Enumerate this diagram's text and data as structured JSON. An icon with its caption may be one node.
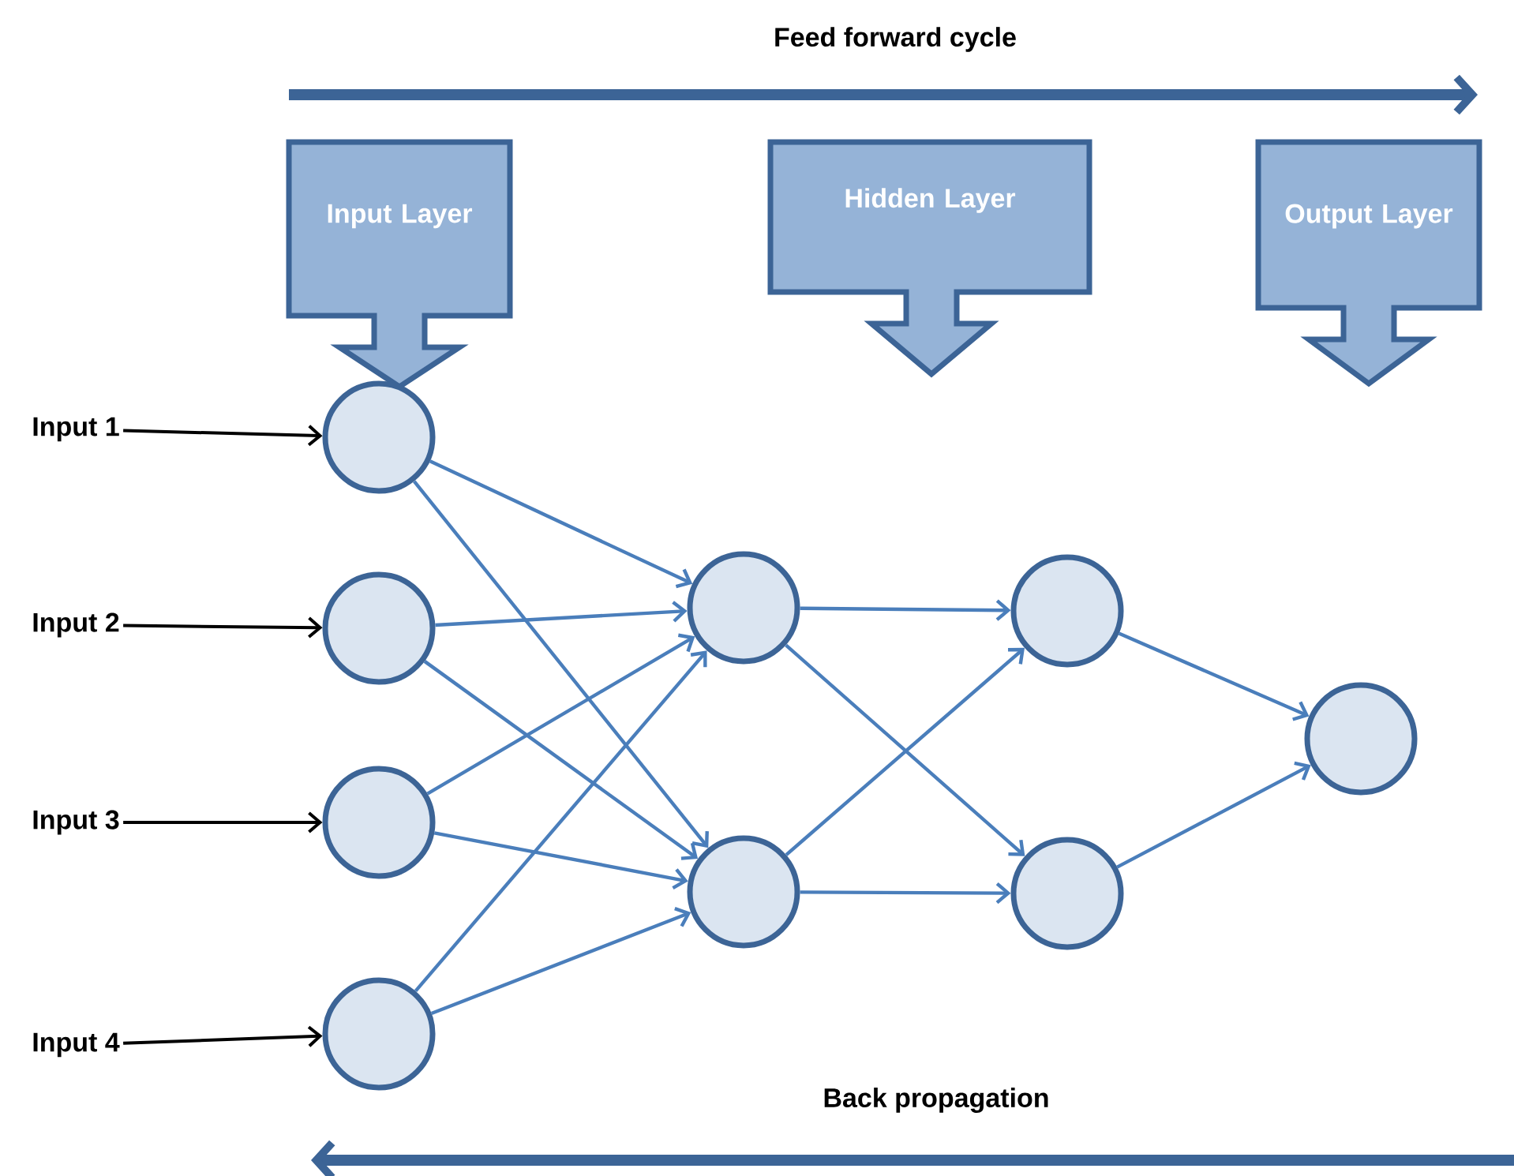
{
  "diagram": {
    "nodes": [
      {
        "text": [
          "Input Layer"
        ]
      },
      {
        "text": [
          "Hidden Layer"
        ]
      },
      {
        "text": [
          "Output Layer"
        ]
      },
      {
        "text": [
          "Input 1"
        ]
      },
      {
        "text": [
          "Input 2"
        ]
      },
      {
        "text": [
          "Input 3"
        ]
      },
      {
        "text": [
          "Input 4"
        ]
      },
      {
        "text": [],
        "shape": "circle"
      },
      {
        "text": [],
        "shape": "circle"
      },
      {
        "text": [],
        "shape": "circle"
      },
      {
        "text": [],
        "shape": "circle"
      },
      {
        "text": [],
        "shape": "circle"
      },
      {
        "text": [],
        "shape": "circle"
      },
      {
        "text": [],
        "shape": "circle"
      },
      {
        "text": [],
        "shape": "circle"
      },
      {
        "text": [],
        "shape": "circle"
      }
    ],
    "edges": [
      {
        "from": 3,
        "to": 7,
        "arrow": "to",
        "color": "#000000"
      },
      {
        "from": 4,
        "to": 8,
        "arrow": "to",
        "color": "#000000"
      },
      {
        "from": 5,
        "to": 9,
        "arrow": "to",
        "color": "#000000"
      },
      {
        "from": 6,
        "to": 10,
        "arrow": "to",
        "color": "#000000"
      },
      {
        "from": 7,
        "to": 11,
        "arrow": "to"
      },
      {
        "from": 7,
        "to": 12,
        "arrow": "to"
      },
      {
        "from": 8,
        "to": 11,
        "arrow": "to"
      },
      {
        "from": 8,
        "to": 12,
        "arrow": "to"
      },
      {
        "from": 9,
        "to": 11,
        "arrow": "to"
      },
      {
        "from": 9,
        "to": 12,
        "arrow": "to"
      },
      {
        "from": 10,
        "to": 11,
        "arrow": "to"
      },
      {
        "from": 10,
        "to": 12,
        "arrow": "to"
      },
      {
        "from": 11,
        "to": 13,
        "arrow": "to"
      },
      {
        "from": 11,
        "to": 14,
        "arrow": "to"
      },
      {
        "from": 12,
        "to": 13,
        "arrow": "to"
      },
      {
        "from": 12,
        "to": 14,
        "arrow": "to"
      },
      {
        "from": 13,
        "to": 15,
        "arrow": "to"
      },
      {
        "from": 14,
        "to": 15,
        "arrow": "to"
      }
    ],
    "labels": [
      "Feed forward cycle",
      "Back propagation"
    ]
  }
}
